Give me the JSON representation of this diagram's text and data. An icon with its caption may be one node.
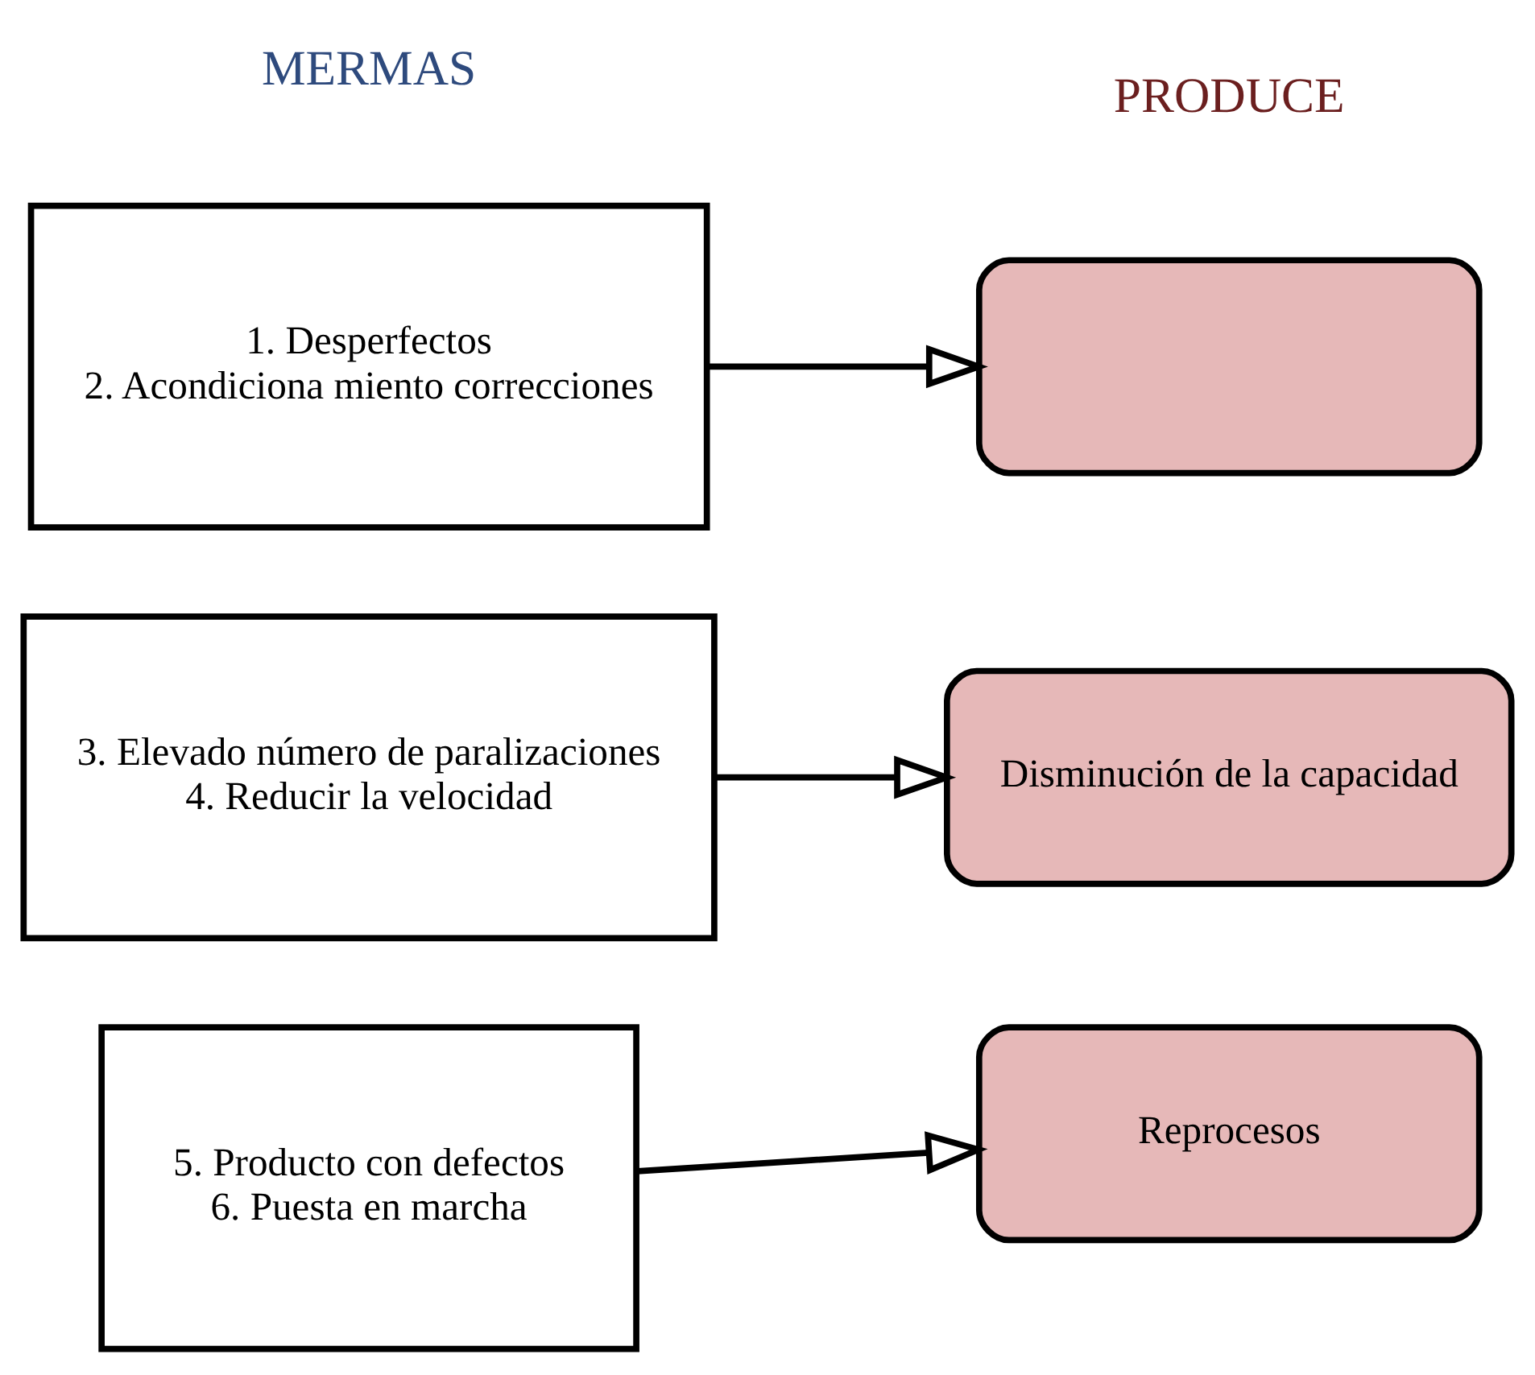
{
  "diagram": {
    "nodes": [
      {
        "text": [
          "1. Desperfectos",
          "2. Acondiciona miento correcciones"
        ]
      },
      {
        "text": [],
        "shape": "box"
      },
      {
        "text": [
          "3. Elevado número de paralizaciones",
          "4. Reducir la velocidad"
        ]
      },
      {
        "text": [
          "Disminución de la capacidad"
        ]
      },
      {
        "text": [
          "5. Producto con defectos",
          "6. Puesta en marcha"
        ]
      },
      {
        "text": [
          "Reprocesos"
        ]
      }
    ],
    "edges": [
      {
        "from": 0,
        "to": 1,
        "arrow": "to"
      },
      {
        "from": 2,
        "to": 3,
        "arrow": "to"
      },
      {
        "from": 4,
        "to": 5,
        "arrow": "to"
      }
    ],
    "labels": [
      "MERMAS",
      "PRODUCE"
    ]
  }
}
